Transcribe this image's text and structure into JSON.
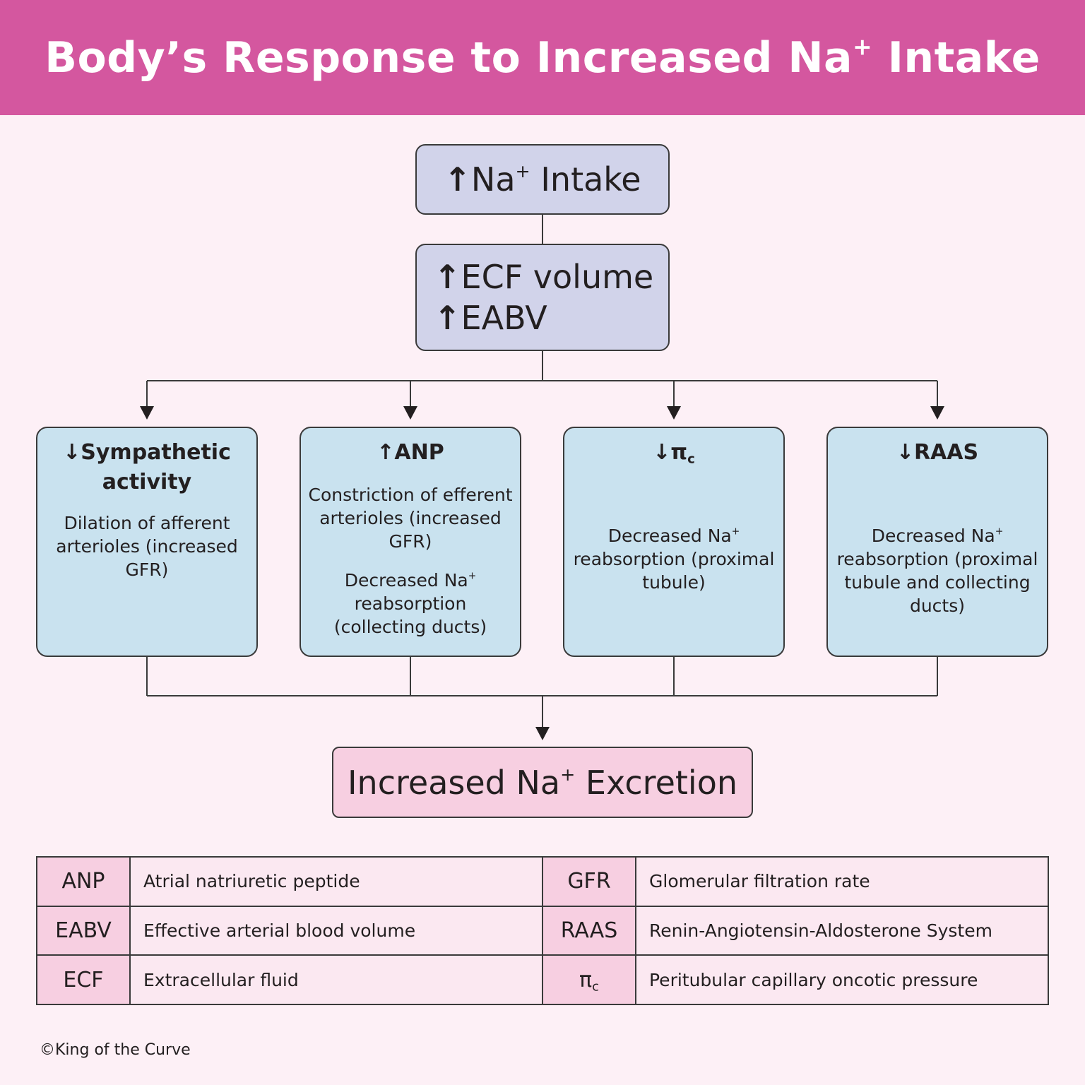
{
  "header": {
    "title_prefix": "Body’s Response to Increased Na",
    "title_sup": "+",
    "title_suffix": " Intake",
    "background_color": "#d4579f"
  },
  "top_nodes": {
    "intake": {
      "arrow": "↑",
      "text": "Na",
      "sup": "+",
      "text_after": " Intake"
    },
    "ecf": {
      "line1_arrow": "↑",
      "line1_text": "ECF volume",
      "line2_arrow": "↑",
      "line2_text": "EABV"
    }
  },
  "mechanisms": [
    {
      "arrow": "↓",
      "title": "Sympathetic",
      "title_line2": "activity",
      "desc1": "Dilation of afferent arterioles (increased GFR)"
    },
    {
      "arrow": "↑",
      "title": "ANP",
      "desc1": "Constriction of efferent arterioles (increased GFR)",
      "desc2_pre": "Decreased Na",
      "desc2_sup": "+",
      "desc2_post": " reabsorption (collecting ducts)"
    },
    {
      "arrow": "↓",
      "title": "π",
      "title_sub": "c",
      "desc1_pre": "Decreased Na",
      "desc1_sup": "+",
      "desc1_post": " reabsorption (proximal tubule)"
    },
    {
      "arrow": "↓",
      "title": "RAAS",
      "desc1_pre": "Decreased Na",
      "desc1_sup": "+",
      "desc1_post": " reabsorption (proximal tubule and collecting ducts)"
    }
  ],
  "result": {
    "text": "Increased Na",
    "sup": "+",
    "text_after": " Excretion"
  },
  "legend": [
    {
      "abbr": "ANP",
      "definition": "Atrial natriuretic peptide"
    },
    {
      "abbr": "GFR",
      "definition": "Glomerular filtration rate"
    },
    {
      "abbr": "EABV",
      "definition": "Effective arterial blood volume"
    },
    {
      "abbr": "RAAS",
      "definition": "Renin-Angiotensin-Aldosterone System"
    },
    {
      "abbr": "ECF",
      "definition": "Extracellular fluid"
    },
    {
      "abbr": "π",
      "abbr_sub": "c",
      "definition": "Peritubular capillary oncotic pressure"
    }
  ],
  "footer": {
    "copyright": "©King of the Curve"
  },
  "colors": {
    "page_background": "#fdf0f6",
    "top_box": "#d1d3ea",
    "mechanism_box": "#c9e2ef",
    "result_box": "#f7cfe1",
    "legend_abbr_cell": "#f7cfe1",
    "legend_def_cell": "#fbe8f1"
  }
}
